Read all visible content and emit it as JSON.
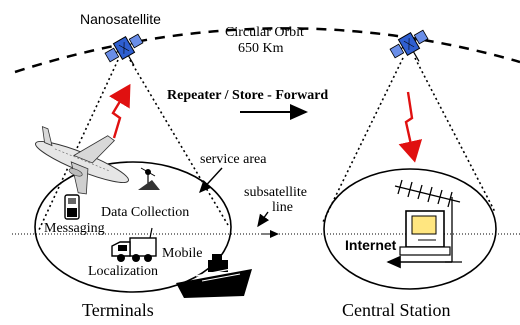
{
  "labels": {
    "nanosatellite": "Nanosatellite",
    "orbit_line1": "Circular Orbit",
    "orbit_line2": "650 Km",
    "repeater": "Repeater / Store - Forward",
    "service_area": "service area",
    "subsatellite_line1": "subsatellite",
    "subsatellite_line2": "line",
    "data_collection": "Data Collection",
    "messaging": "Messaging",
    "mobile": "Mobile",
    "localization": "Localization",
    "internet": "Internet",
    "terminals": "Terminals",
    "central_station": "Central Station"
  },
  "icons": {
    "satellite_left": "satellite-icon",
    "satellite_right": "satellite-icon",
    "airplane": "airplane-icon",
    "truck": "truck-icon",
    "ship": "ship-icon",
    "computer": "computer-icon",
    "antenna": "yagi-antenna-icon",
    "phone": "handheld-terminal-icon",
    "station": "weather-station-icon"
  },
  "colors": {
    "uplink": "#e01010",
    "satellite_body": "#2f5fd0",
    "line": "#000000",
    "background": "#ffffff"
  }
}
